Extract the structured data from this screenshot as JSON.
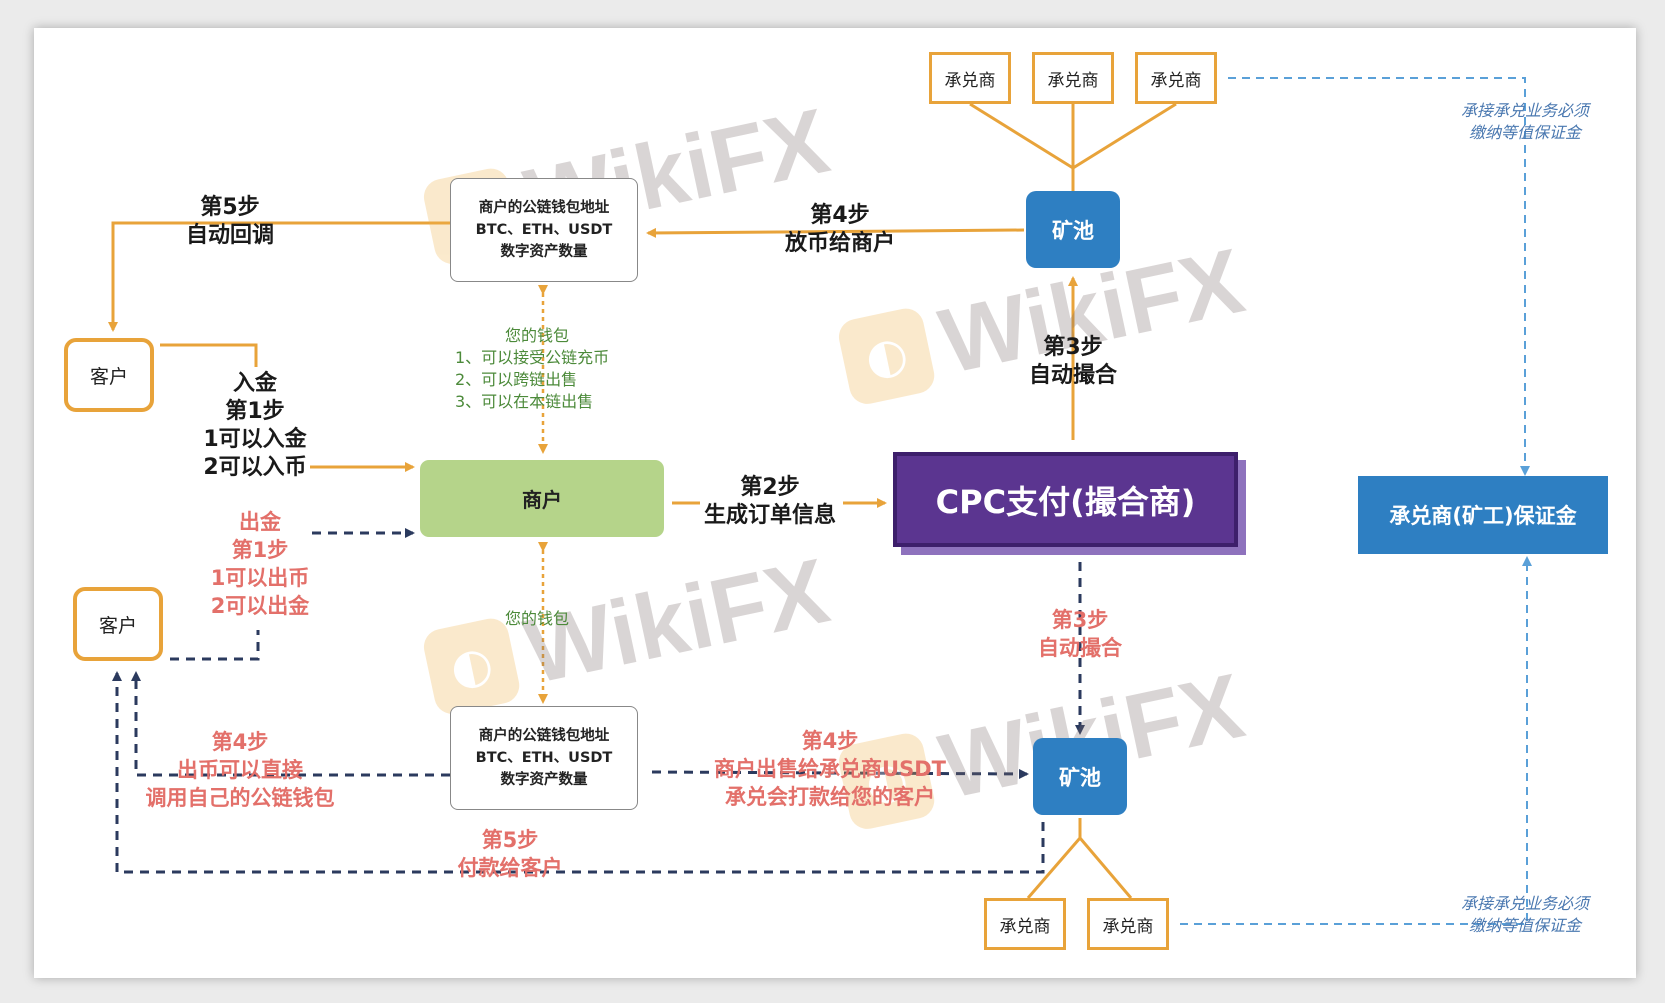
{
  "acceptor_label": "承兑商",
  "client_label": "客户",
  "miner_label": "矿池",
  "merchant_label": "商户",
  "cpc_label": "CPC支付(撮合商)",
  "deposit_label": "承兑商(矿工)保证金",
  "wallet_lines": [
    "商户的公链钱包地址",
    "BTC、ETH、USDT",
    "数字资产数量"
  ],
  "wallet_notes": {
    "top": [
      "您的钱包",
      "1、可以接受公链充币",
      "2、可以跨链出售",
      "3、可以在本链出售"
    ],
    "bottom": "您的钱包"
  },
  "guarantee_note": [
    "承接承兑业务必须",
    "缴纳等值保证金"
  ],
  "steps": {
    "step5_top": [
      "第5步",
      "自动回调"
    ],
    "step4_top": [
      "第4步",
      "放币给商户"
    ],
    "step1_in": [
      "入金",
      "第1步",
      "1可以入金",
      "2可以入币"
    ],
    "step2": [
      "第2步",
      "生成订单信息"
    ],
    "step3_top": [
      "第3步",
      "自动撮合"
    ],
    "step1_out": [
      "出金",
      "第1步",
      "1可以出币",
      "2可以出金"
    ],
    "step3_bottom": [
      "第3步",
      "自动撮合"
    ],
    "step4_left": [
      "第4步",
      "出币可以直接",
      "调用自己的公链钱包"
    ],
    "step4_right": [
      "第4步",
      "商户出售给承兑商USDT",
      "承兑会打款给您的客户"
    ],
    "step5_bottom": [
      "第5步",
      "付款给客户"
    ]
  },
  "watermark": "WikiFX",
  "colors": {
    "orange": "#e8a33a",
    "navy": "#2b3a5e",
    "blue": "#2e7fc2",
    "light_blue": "#5aa0d8",
    "purple": "#5b3590",
    "green_box": "#b5d48a",
    "red_text": "#e3706a"
  }
}
